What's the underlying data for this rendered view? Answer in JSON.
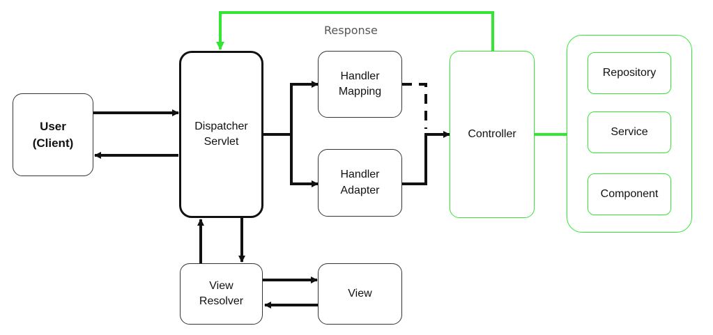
{
  "nodes": {
    "user": "User\n(Client)",
    "dispatcher": "Dispatcher\nServlet",
    "handler_mapping": "Handler\nMapping",
    "handler_adapter": "Handler\nAdapter",
    "controller": "Controller",
    "repository": "Repository",
    "service": "Service",
    "component": "Component",
    "view_resolver": "View\nResolver",
    "view": "View"
  },
  "edges": {
    "response": "Response"
  },
  "colors": {
    "stroke": "#111111",
    "green": "#33e633",
    "box_border": "#333333"
  }
}
